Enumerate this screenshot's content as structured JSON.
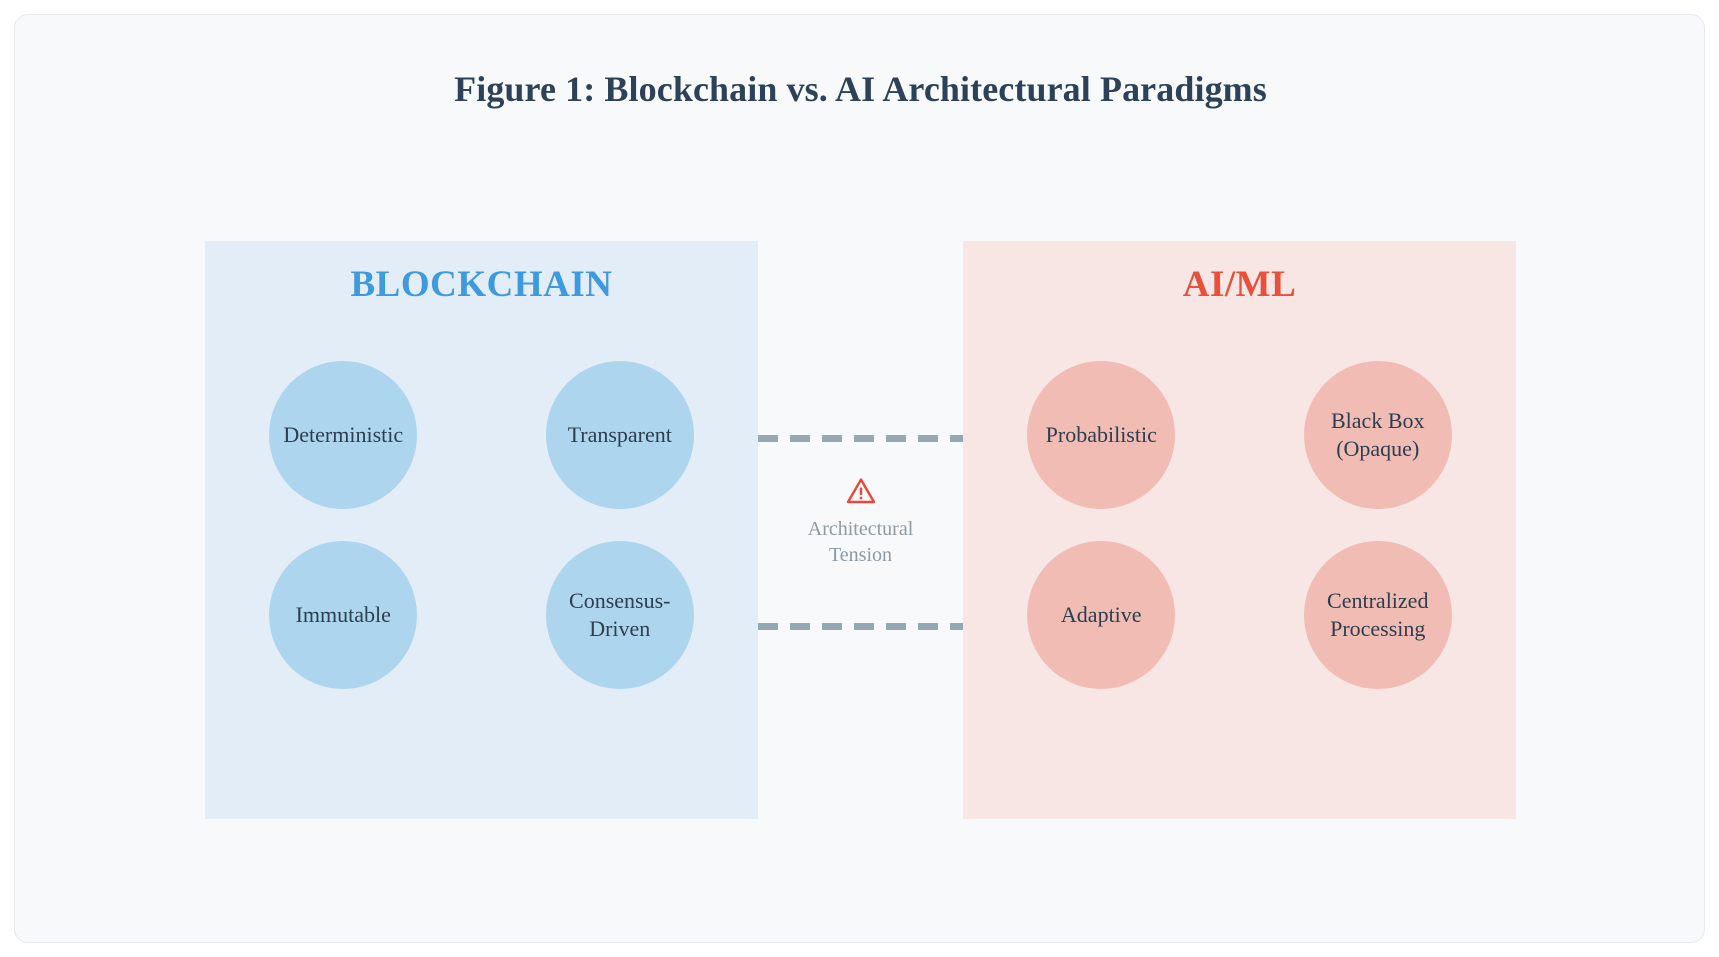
{
  "figure": {
    "title": "Figure 1: Blockchain vs. AI Architectural Paradigms",
    "background_color": "#f7f9fb",
    "border_color": "#e6e9ed"
  },
  "panels": {
    "blockchain": {
      "heading": "BLOCKCHAIN",
      "heading_color": "#3e9ade",
      "panel_color": "#e2edf7",
      "node_color": "#aed5ee",
      "nodes": [
        {
          "label": "Deterministic"
        },
        {
          "label": "Transparent"
        },
        {
          "label": "Immutable"
        },
        {
          "label": "Consensus-\nDriven"
        }
      ]
    },
    "ai": {
      "heading": "AI/ML",
      "heading_color": "#e8503a",
      "panel_color": "#f8e6e4",
      "node_color": "#f0bcb4",
      "nodes": [
        {
          "label": "Probabilistic"
        },
        {
          "label": "Black Box\n(Opaque)"
        },
        {
          "label": "Adaptive"
        },
        {
          "label": "Centralized\nProcessing"
        }
      ]
    }
  },
  "tension": {
    "icon": "warning-triangle-icon",
    "icon_color": "#ef4636",
    "caption": "Architectural\nTension",
    "caption_color": "#8c9aa4",
    "connector_color": "#93a8b0",
    "connector_style": "dashed",
    "connector_count": 2
  },
  "text_colors": {
    "title": "#2d4258",
    "node_label": "#2c3e50"
  }
}
